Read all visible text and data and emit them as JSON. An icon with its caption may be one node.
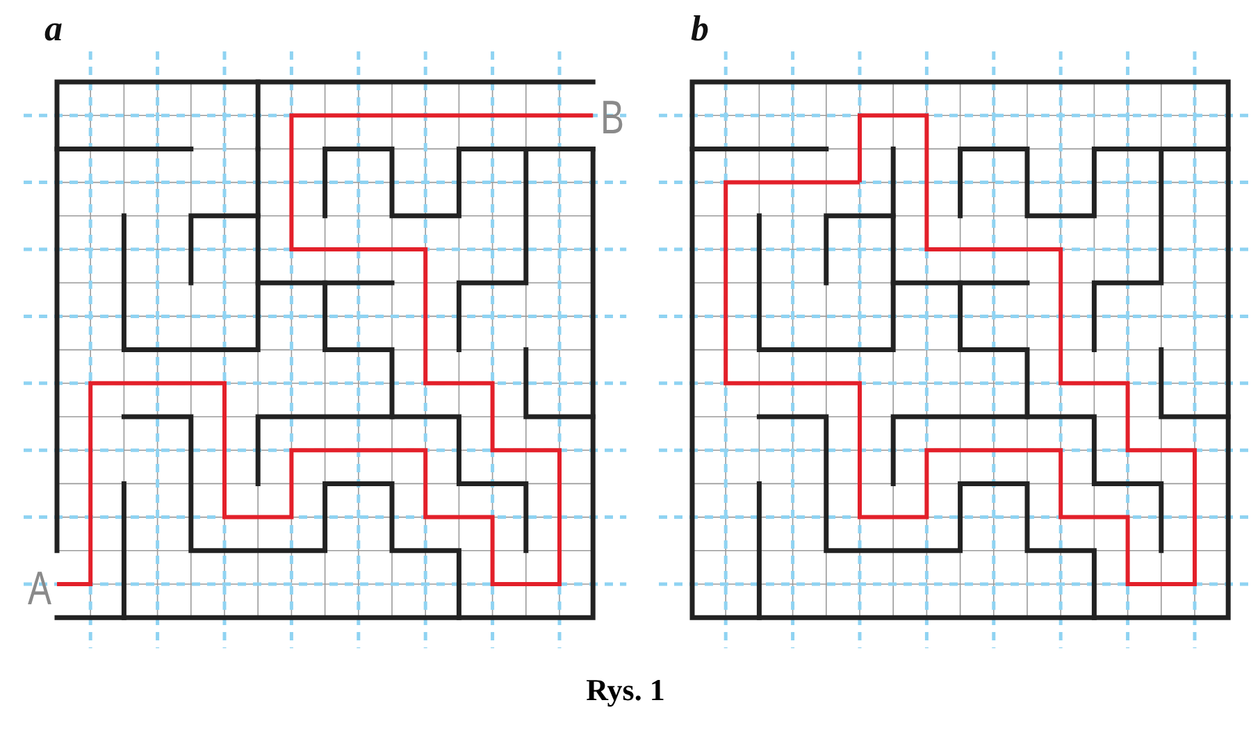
{
  "diagram": {
    "caption": "Rys. 1",
    "labels": [
      "a",
      "b",
      "B",
      "A"
    ]
  }
}
